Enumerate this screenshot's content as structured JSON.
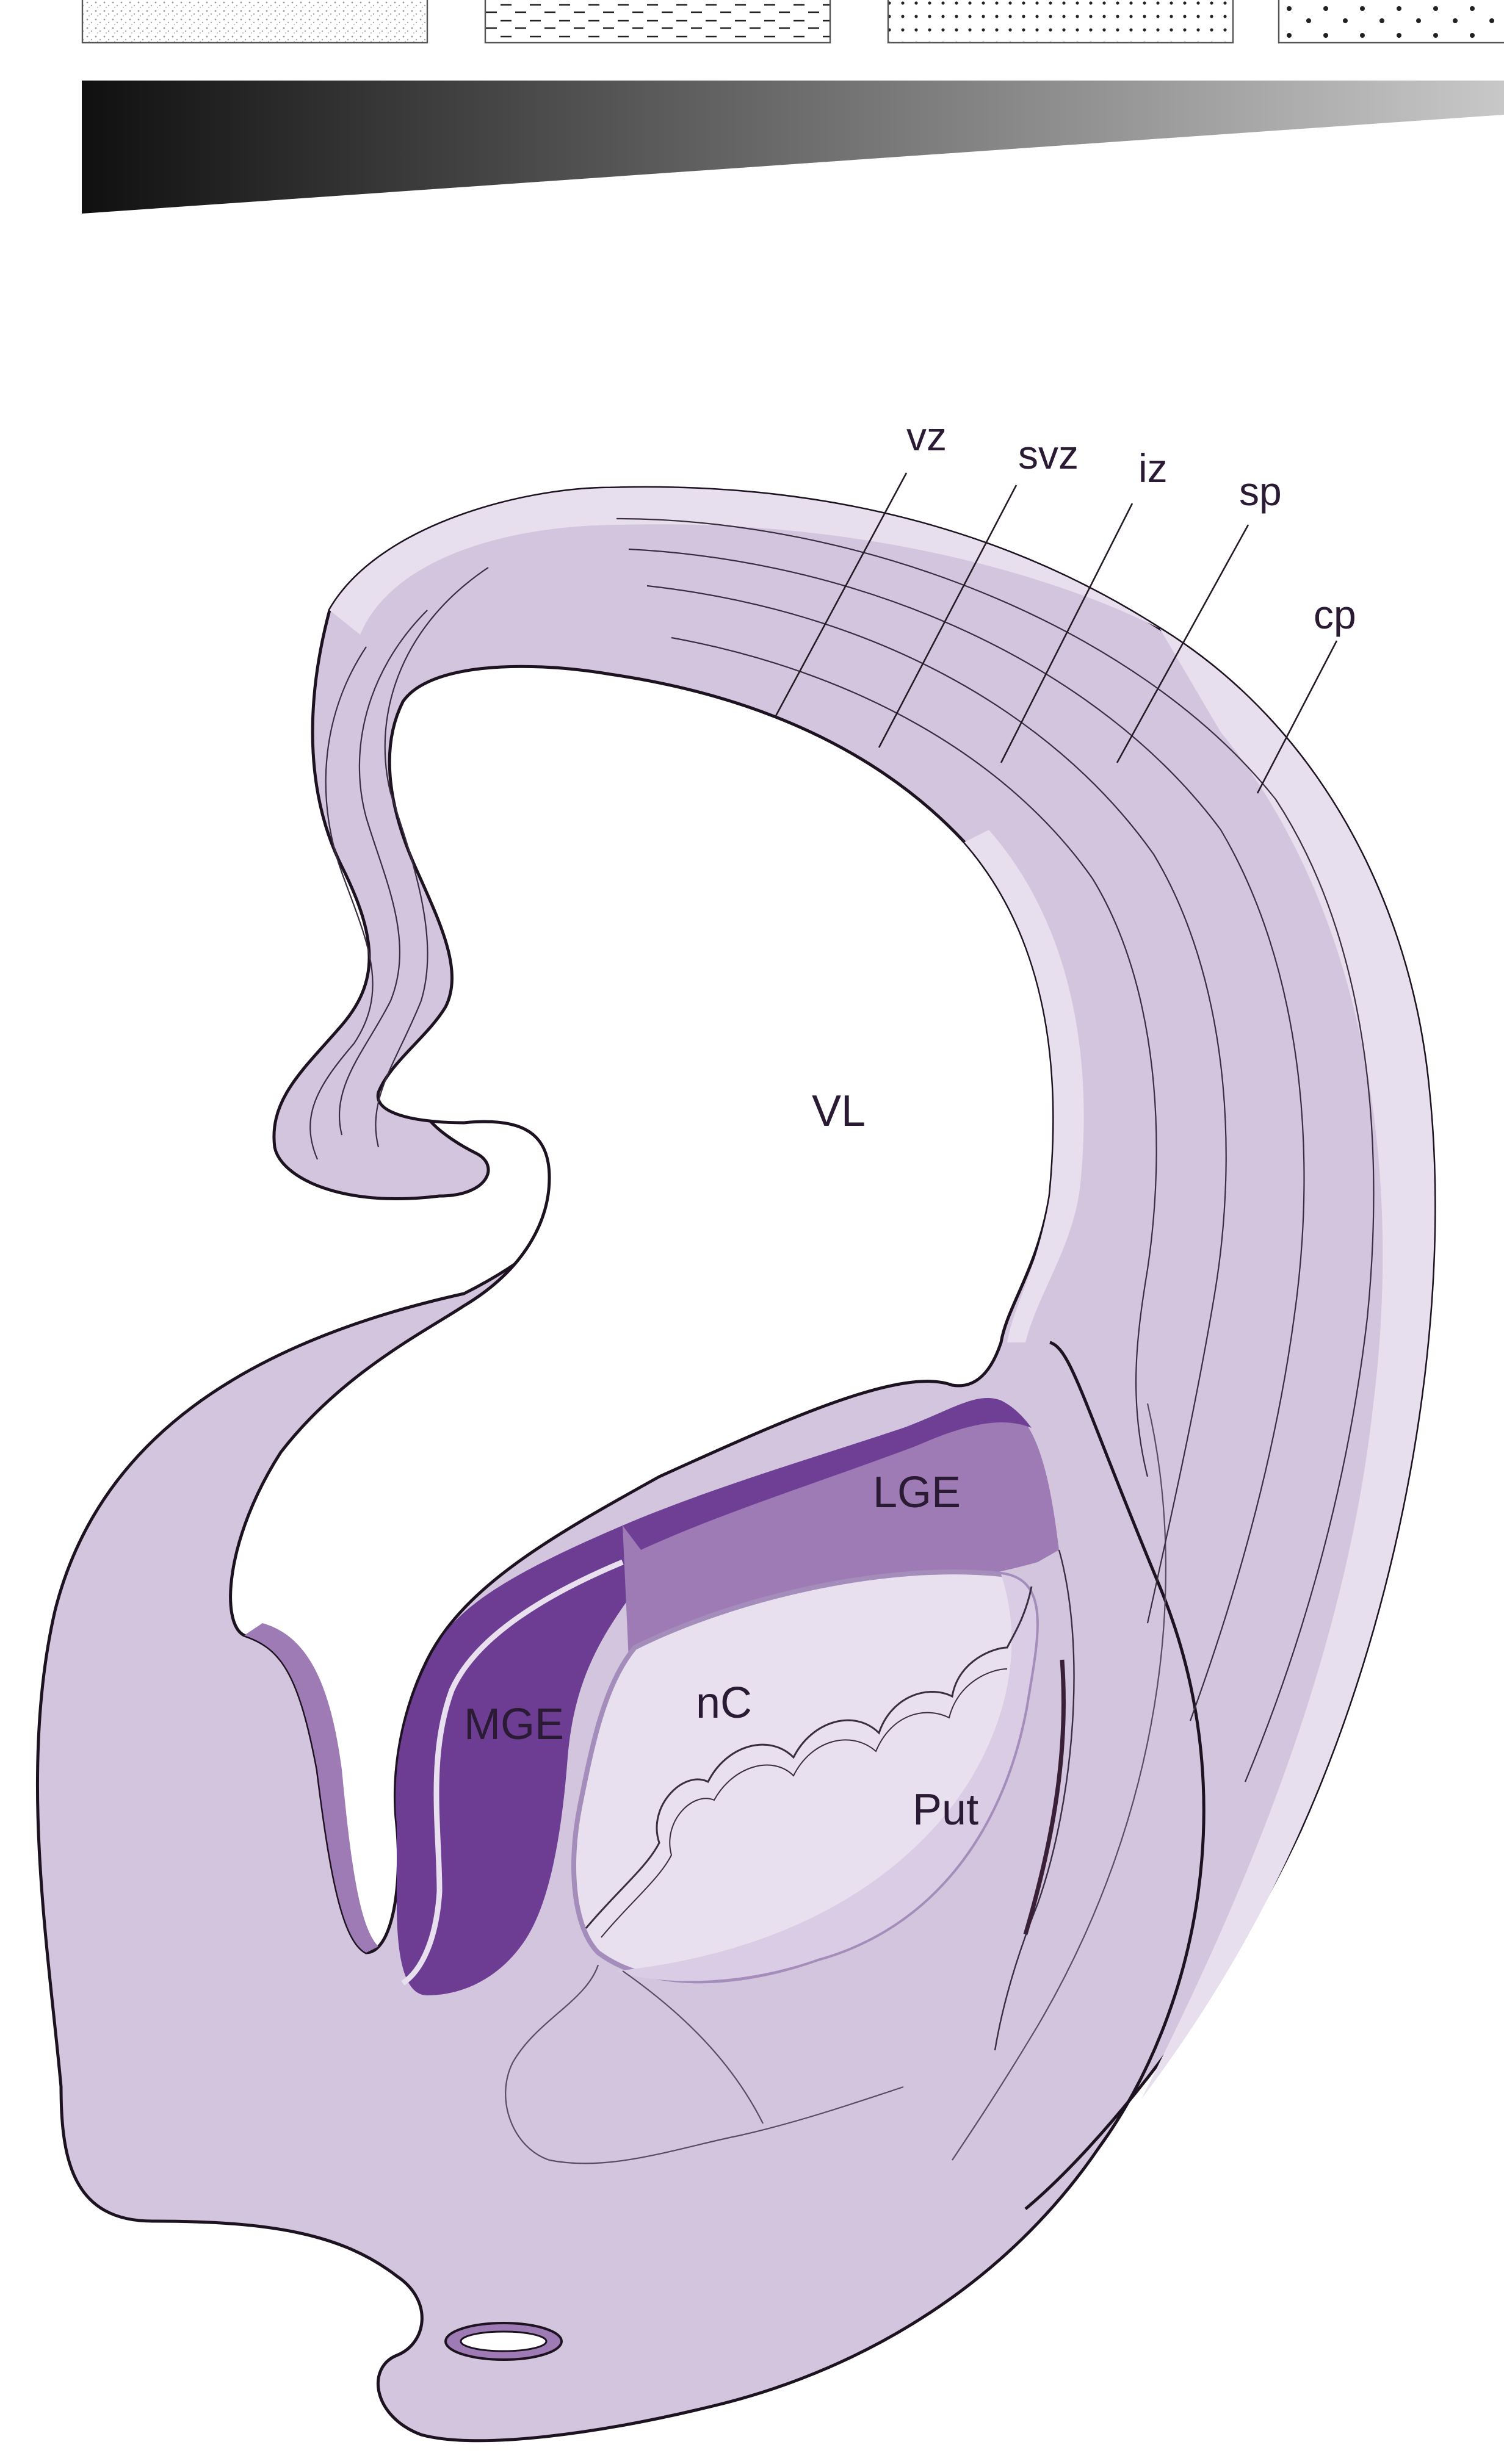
{
  "diagram": {
    "zone_labels": [
      {
        "key": "vz",
        "text": "vz"
      },
      {
        "key": "svz",
        "text": "svz"
      },
      {
        "key": "iz",
        "text": "iz"
      },
      {
        "key": "sp",
        "text": "sp"
      },
      {
        "key": "cp",
        "text": "cp"
      }
    ],
    "region_labels": {
      "ventricle": "VL",
      "lge": "LGE",
      "mge": "MGE",
      "caudate": "nC",
      "putamen": "Put"
    },
    "legend_swatches": [
      {
        "pattern": "stipple"
      },
      {
        "pattern": "dashes"
      },
      {
        "pattern": "diagonal-dots"
      },
      {
        "pattern": "sparse-dots"
      }
    ],
    "gradient_bar": {
      "from": "#101010",
      "to": "#c8c8c8"
    }
  },
  "colors": {
    "tissue": "#d3c5de",
    "tissue_light": "#e7dfee",
    "outline": "#1d1220",
    "mge": "#6c3d93",
    "lge": "#9f7bb5",
    "lge_rim": "#6f3f96",
    "nucleus_light": "#e8e0ef",
    "nucleus_mid": "#d9cce4"
  }
}
